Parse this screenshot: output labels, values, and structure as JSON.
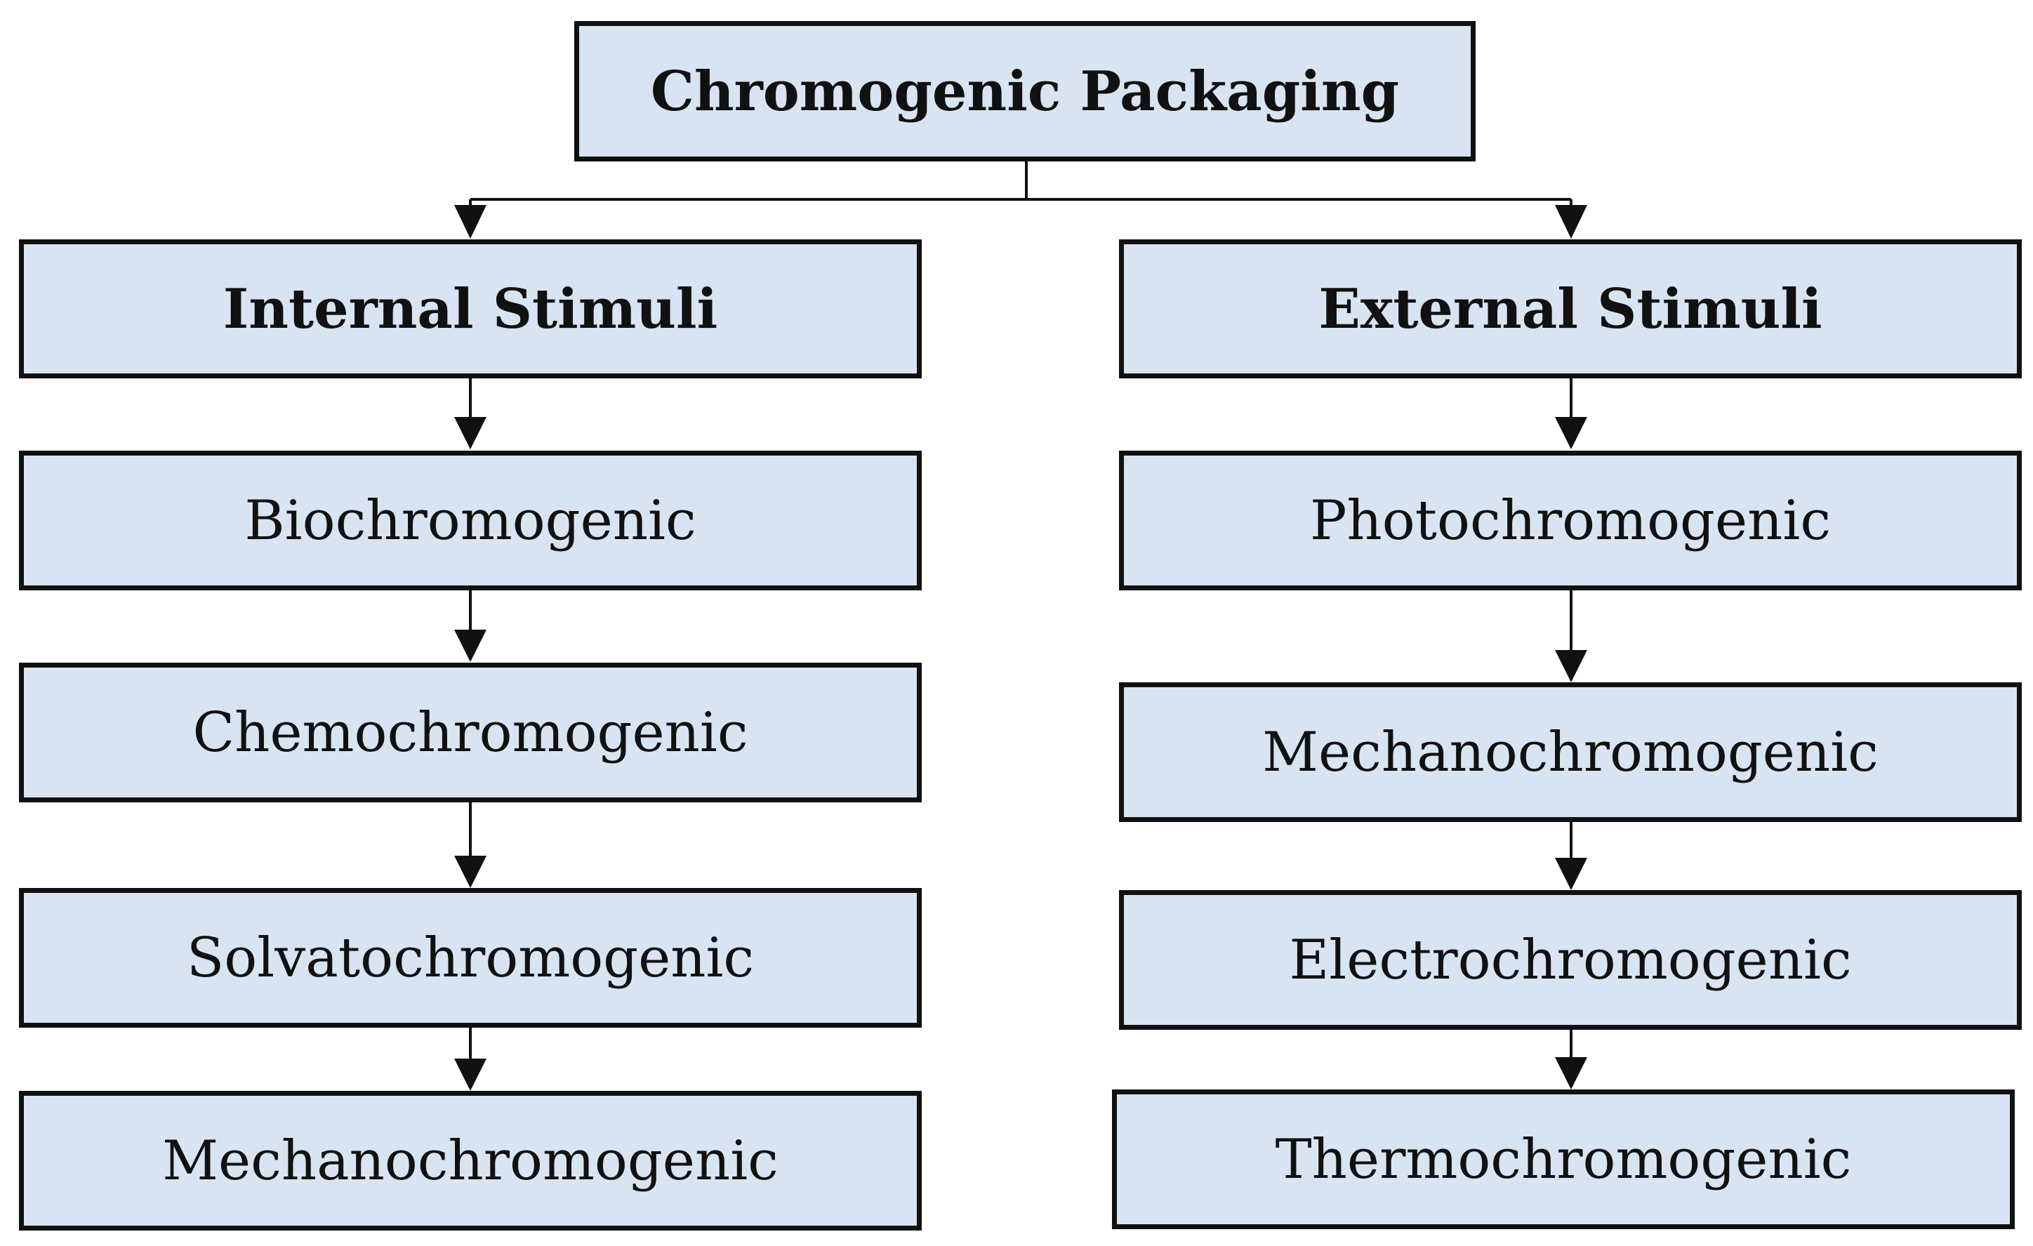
{
  "root": {
    "label": "Chromogenic Packaging"
  },
  "branches": [
    {
      "title": "Internal Stimuli",
      "items": [
        "Biochromogenic",
        "Chemochromogenic",
        "Solvatochromogenic",
        "Mechanochromogenic"
      ]
    },
    {
      "title": "External Stimuli",
      "items": [
        "Photochromogenic",
        "Mechanochromogenic",
        "Electrochromogenic",
        "Thermochromogenic"
      ]
    }
  ],
  "colors": {
    "box_fill": "#d9e4f3",
    "box_border": "#111111",
    "line": "#111111",
    "text": "#111111"
  }
}
